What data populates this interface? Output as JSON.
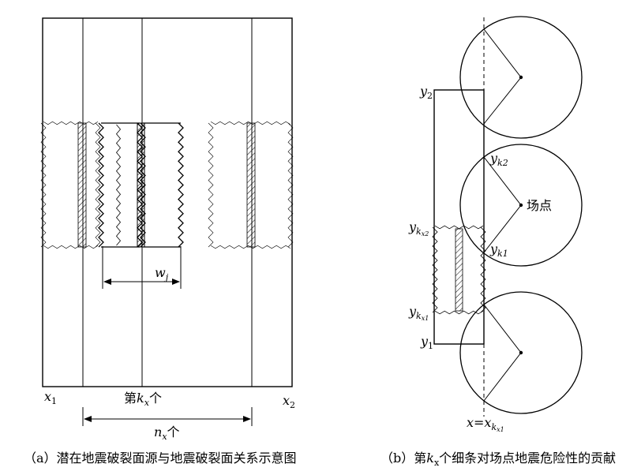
{
  "panel_a": {
    "x1": "x",
    "x1_sub": "1",
    "x2": "x",
    "x2_sub": "2",
    "wj": "w",
    "wj_sub": "j",
    "kx_prefix": "第",
    "kx": "k",
    "kx_sub": "x",
    "kx_suffix": "个",
    "nx": "n",
    "nx_sub": "x",
    "nx_suffix": "个",
    "caption": "（a）潜在地震破裂面源与地震破裂面关系示意图"
  },
  "panel_b": {
    "y2": "y",
    "y2_sub": "2",
    "y1": "y",
    "y1_sub": "1",
    "yk2": "y",
    "yk2_sub": "k2",
    "yk1": "y",
    "yk1_sub": "k1",
    "ykx2": "y",
    "ykx2_sub": "k",
    "ykx2_subsub": "x2",
    "ykx1": "y",
    "ykx1_sub": "k",
    "ykx1_subsub": "x1",
    "site": "场点",
    "xeq": "x=x",
    "xeq_sub": "k",
    "xeq_subsub": "x1",
    "caption_prefix": "（b）第",
    "caption_k": "k",
    "caption_k_sub": "x",
    "caption_suffix": "个细条对场点地震危险性的贡献"
  }
}
